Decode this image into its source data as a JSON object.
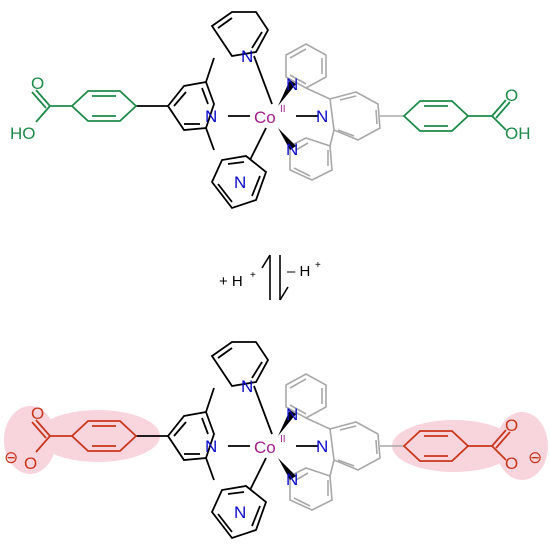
{
  "colors": {
    "ligand_front": "#000000",
    "ligand_back": "#a8a8a8",
    "cobalt": "#a0208c",
    "acid_group": "#1e8a4a",
    "carboxylate_group": "#c8361c",
    "carboxylate_halo": "#f6c3cf"
  },
  "top_complex": {
    "n_label": "N",
    "metal": "Co",
    "metal_ox": "II",
    "left_substituent": {
      "atom_o": "O",
      "atom_oh": "HO"
    },
    "right_substituent": {
      "atom_o": "O",
      "atom_oh": "OH"
    }
  },
  "equilibrium": {
    "left_label": "+ H",
    "left_sup": "+",
    "right_label": "– H",
    "right_sup": "+"
  },
  "bottom_complex": {
    "n_label": "N",
    "metal": "Co",
    "metal_ox": "II",
    "charge": "⊖",
    "left_substituent": {
      "atom_o": "O",
      "atom_ominus": "O"
    },
    "right_substituent": {
      "atom_o": "O",
      "atom_ominus": "O"
    }
  }
}
